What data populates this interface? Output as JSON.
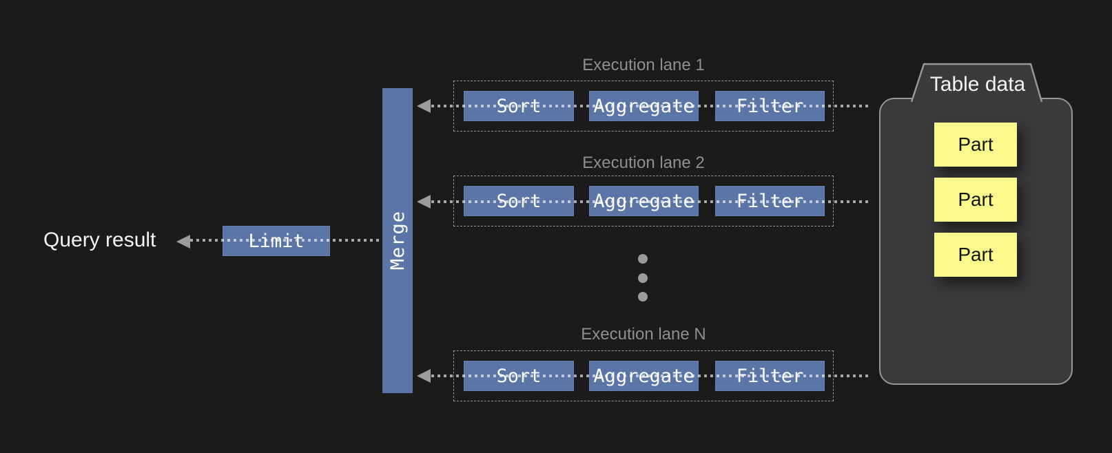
{
  "query_result": {
    "label": "Query result"
  },
  "pipeline": {
    "limit_label": "Limit",
    "merge_label": "Merge"
  },
  "lanes": [
    {
      "label": "Execution lane 1",
      "operators": [
        "Sort",
        "Aggregate",
        "Filter"
      ]
    },
    {
      "label": "Execution lane 2",
      "operators": [
        "Sort",
        "Aggregate",
        "Filter"
      ]
    },
    {
      "label": "Execution lane N",
      "operators": [
        "Sort",
        "Aggregate",
        "Filter"
      ]
    }
  ],
  "table_data": {
    "label": "Table data",
    "parts": [
      "Part",
      "Part",
      "Part"
    ]
  },
  "colors": {
    "background": "#1b1b1b",
    "operator_blue": "#5b76a6",
    "part_yellow": "#f9f98c",
    "panel_gray": "#3a3a3a",
    "label_gray": "#8f8f8f",
    "arrow_gray": "#9b9b9b"
  }
}
